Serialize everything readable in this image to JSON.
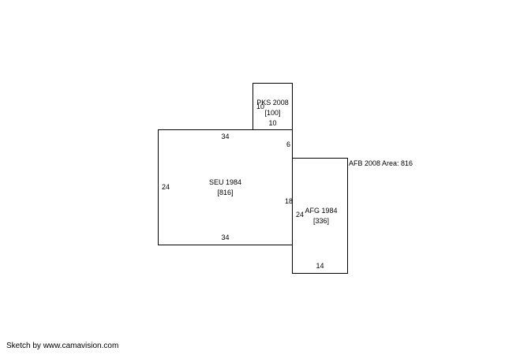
{
  "sketch": {
    "credit": "Sketch by www.camavision.com",
    "area_note": "AFB 2008 Area: 816",
    "sections": [
      {
        "code": "PKS 2008",
        "area": "[100]",
        "dims": {
          "bottom": "10",
          "left": "10"
        }
      },
      {
        "code": "SEU 1984",
        "area": "[816]",
        "dims": {
          "top": "34",
          "bottom": "34",
          "left": "24",
          "right_upper": "6",
          "right_lower": "18"
        }
      },
      {
        "code": "AFG 1984",
        "area": "[336]",
        "dims": {
          "left": "24",
          "bottom": "14"
        }
      }
    ]
  }
}
